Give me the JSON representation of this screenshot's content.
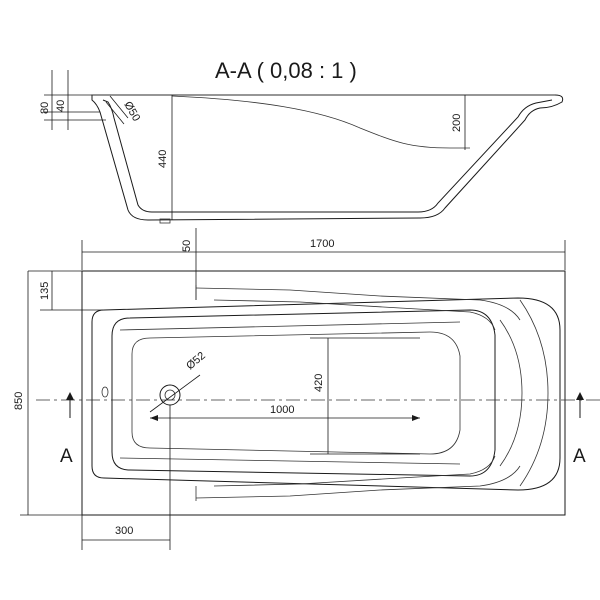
{
  "title": "A-A ( 0,08 : 1 )",
  "section_labels": {
    "left": "A",
    "right": "A"
  },
  "dimensions": {
    "d80": "80",
    "d40": "40",
    "d50_dia": "Ø50",
    "d440": "440",
    "d200": "200",
    "d50": "50",
    "d1700": "1700",
    "d135": "135",
    "d850": "850",
    "d420": "420",
    "d52_dia": "Ø52",
    "d1000": "1000",
    "d300": "300"
  }
}
